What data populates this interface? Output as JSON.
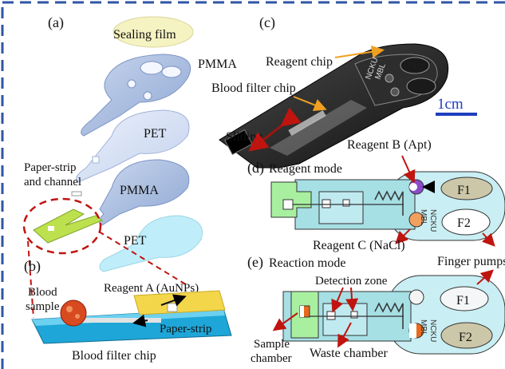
{
  "panels": {
    "a": "(a)",
    "b": "(b)",
    "c": "(c)",
    "d": "(d)",
    "e": "(e)"
  },
  "layers": {
    "sealing_film": "Sealing film",
    "pmma_top": "PMMA",
    "pet_top": "PET",
    "paper_strip_channel_1": "Paper-strip",
    "paper_strip_channel_2": "and channel",
    "pmma_bottom": "PMMA",
    "pet_bottom": "PET"
  },
  "panel_b": {
    "blood_sample_1": "Blood",
    "blood_sample_2": "sample",
    "reagent_a": "Reagent A (AuNPs)",
    "paper_strip": "Paper-strip",
    "blood_filter_chip": "Blood filter chip"
  },
  "panel_c": {
    "reagent_chip": "Reagent chip",
    "blood_filter_chip": "Blood filter chip",
    "sliding": "Sliding",
    "scale": "1cm",
    "chip_logo_1": "NCKU",
    "chip_logo_2": "MBL"
  },
  "panel_d": {
    "mode": "Reagent mode",
    "reagent_b": "Reagent B (Apt)",
    "reagent_c": "Reagent C (NaCl)",
    "f1": "F1",
    "f2": "F2",
    "logo_1": "NCKU",
    "logo_2": "MBL"
  },
  "panel_e": {
    "mode": "Reaction mode",
    "detection_zone": "Detection zone",
    "finger_pumps": "Finger pumps",
    "sample_chamber_1": "Sample",
    "sample_chamber_2": "chamber",
    "waste_chamber": "Waste chamber",
    "f1": "F1",
    "f2": "F2",
    "logo_1": "NCKU",
    "logo_2": "MBL"
  },
  "colors": {
    "dashed_border": "#2f55a4",
    "arrow_red": "#c0140f",
    "arrow_orange": "#f0a020",
    "scale_blue": "#1f3fbf",
    "chip_cyan": "#9fe0e6",
    "chip_green": "#a8f0a0"
  }
}
